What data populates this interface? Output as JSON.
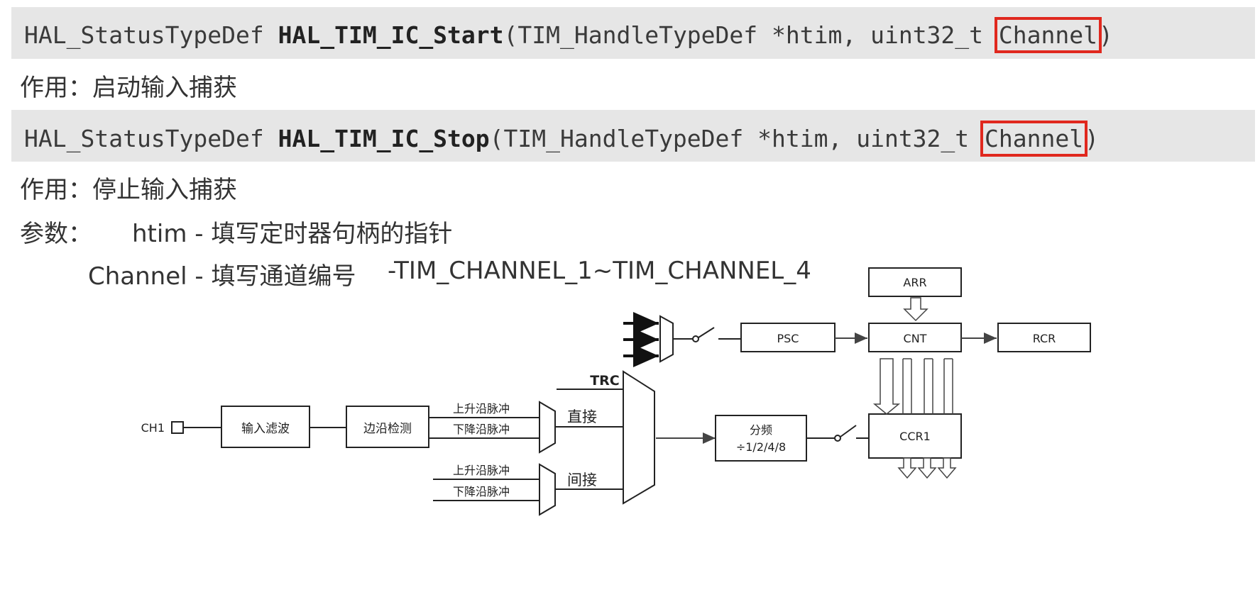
{
  "functions": [
    {
      "return_type": "HAL_StatusTypeDef",
      "name": "HAL_TIM_IC_Start",
      "params_prefix": "(TIM_HandleTypeDef *htim, uint32_t ",
      "highlight_param": "Channel",
      "params_suffix": ")",
      "purpose": "作用：启动输入捕获"
    },
    {
      "return_type": "HAL_StatusTypeDef",
      "name": "HAL_TIM_IC_Stop",
      "params_prefix": "(TIM_HandleTypeDef *htim, uint32_t ",
      "highlight_param": "Channel",
      "params_suffix": ")",
      "purpose": "作用：停止输入捕获"
    }
  ],
  "params": {
    "label": "参数：",
    "htim": "htim - 填写定时器句柄的指针",
    "channel": "Channel - 填写通道编号",
    "channel_range": "-TIM_CHANNEL_1~TIM_CHANNEL_4"
  },
  "diagram": {
    "ch1": "CH1",
    "input_filter": "输入滤波",
    "edge_detect": "边沿检测",
    "rising_pulse_1": "上升沿脉冲",
    "falling_pulse_1": "下降沿脉冲",
    "rising_pulse_2": "上升沿脉冲",
    "falling_pulse_2": "下降沿脉冲",
    "direct": "直接",
    "indirect": "间接",
    "trc": "TRC",
    "divider_line1": "分频",
    "divider_line2": "÷1/2/4/8",
    "ccr1": "CCR1",
    "arr": "ARR",
    "psc": "PSC",
    "cnt": "CNT",
    "rcr": "RCR"
  },
  "colors": {
    "code_background": "#e6e6e6",
    "highlight_border": "#e0281e",
    "diagram_stroke": "#222222"
  }
}
